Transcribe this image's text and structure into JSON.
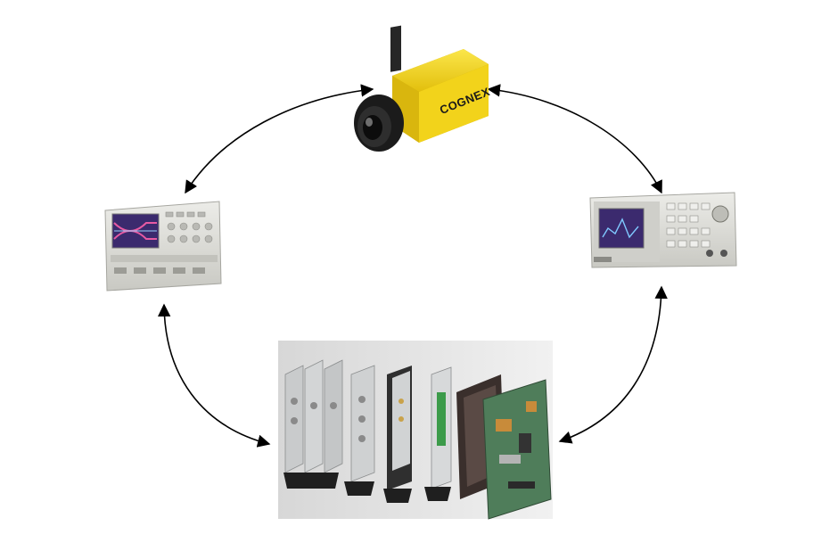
{
  "diagram": {
    "nodes": [
      {
        "id": "machine-vision-camera",
        "brand_label": "COGNEX"
      },
      {
        "id": "oscilloscope"
      },
      {
        "id": "function-generator"
      },
      {
        "id": "pxi-modules"
      }
    ],
    "connections": [
      {
        "from": "machine-vision-camera",
        "to": "function-generator",
        "bidirectional": true
      },
      {
        "from": "function-generator",
        "to": "pxi-modules",
        "bidirectional": true
      },
      {
        "from": "pxi-modules",
        "to": "oscilloscope",
        "bidirectional": true
      },
      {
        "from": "oscilloscope",
        "to": "machine-vision-camera",
        "bidirectional": true
      }
    ],
    "colors": {
      "background": "#ffffff",
      "arrow": "#000000",
      "camera_body": "#f2d31b",
      "instrument_body": "#d9d9d4",
      "screen": "#3b2a6e",
      "pcb": "#4f7d5a"
    }
  }
}
